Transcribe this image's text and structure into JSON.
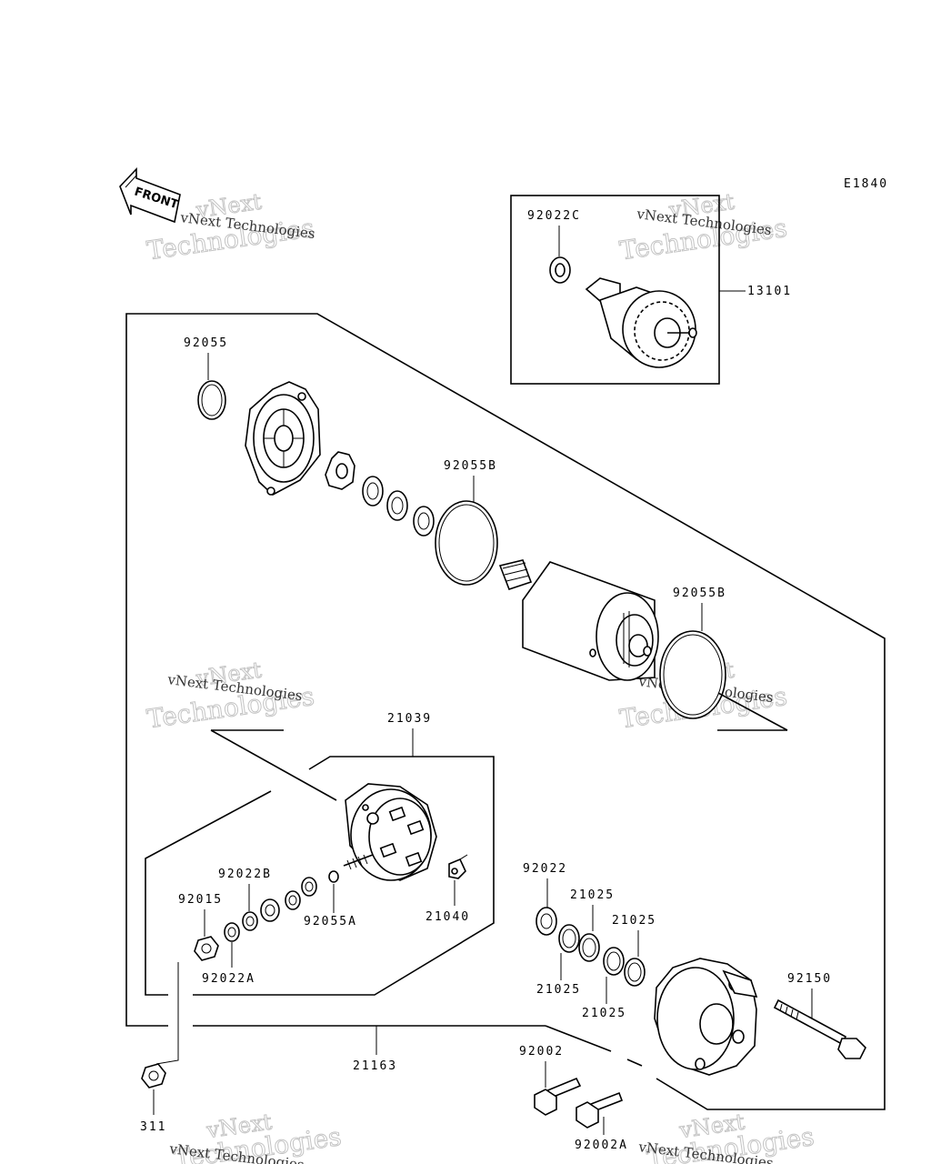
{
  "diagram_code": "E1840",
  "front_label": "FRONT",
  "watermark": {
    "line1": "vNext",
    "line2": "Technologies",
    "small": "vNext Technologies"
  },
  "parts": {
    "p13101": "13101",
    "p92022C": "92022C",
    "p92055": "92055",
    "p92055B_1": "92055B",
    "p92055B_2": "92055B",
    "p21039": "21039",
    "p92022B": "92022B",
    "p92015": "92015",
    "p92055A": "92055A",
    "p21040": "21040",
    "p92022A": "92022A",
    "p92022": "92022",
    "p21025_1": "21025",
    "p21025_2": "21025",
    "p21025_3": "21025",
    "p21025_4": "21025",
    "p92150": "92150",
    "p92002": "92002",
    "p92002A": "92002A",
    "p21163": "21163",
    "p311": "311"
  }
}
